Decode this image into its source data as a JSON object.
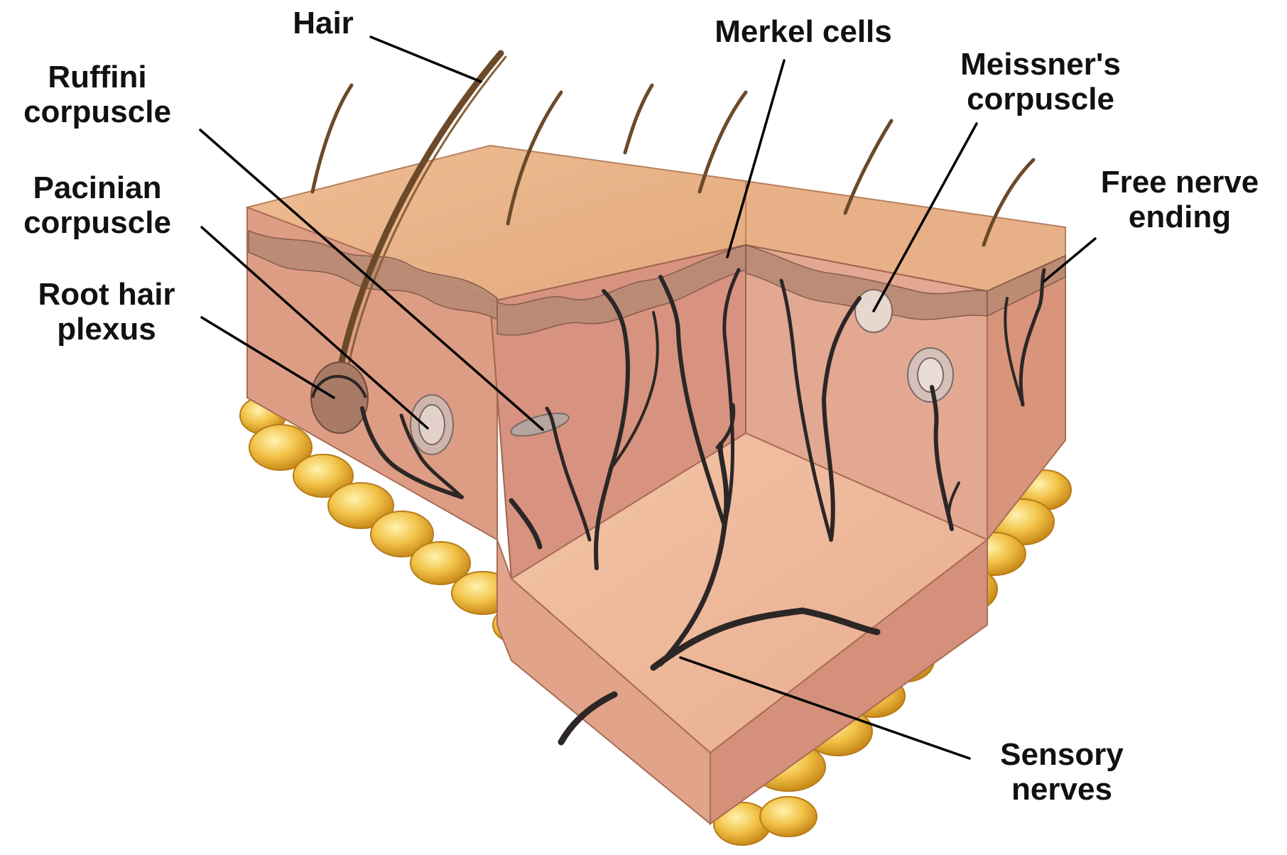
{
  "labels": {
    "hair": {
      "lines": [
        "Hair"
      ]
    },
    "ruffini": {
      "lines": [
        "Ruffini",
        "corpuscle"
      ]
    },
    "pacinian": {
      "lines": [
        "Pacinian",
        "corpuscle"
      ]
    },
    "root_hair": {
      "lines": [
        "Root hair",
        "plexus"
      ]
    },
    "merkel": {
      "lines": [
        "Merkel cells"
      ]
    },
    "meissner": {
      "lines": [
        "Meissner's",
        "corpuscle"
      ]
    },
    "free_nerve": {
      "lines": [
        "Free nerve",
        "ending"
      ]
    },
    "sensory": {
      "lines": [
        "Sensory",
        "nerves"
      ]
    }
  },
  "colors": {
    "skin_top": "#e9b58a",
    "skin_side": "#e0a383",
    "dermis": "#d99b86",
    "epidermis": "#b98872",
    "fat": "#f0c04a",
    "nerve": "#2c2726",
    "hair": "#6b4a2a"
  }
}
